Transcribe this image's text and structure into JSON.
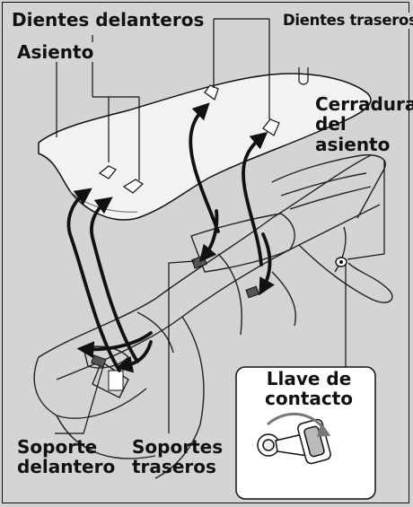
{
  "labels": {
    "front_teeth": "Dientes delanteros",
    "rear_teeth": "Dientes traseros",
    "seat": "Asiento",
    "seat_lock_line1": "Cerradura",
    "seat_lock_line2": "del",
    "seat_lock_line3": "asiento",
    "ignition_key_line1": "Llave de",
    "ignition_key_line2": "contacto",
    "front_support_line1": "Soporte",
    "front_support_line2": "delantero",
    "rear_supports_line1": "Soportes",
    "rear_supports_line2": "traseros"
  },
  "colors": {
    "background": "#d4d4d4",
    "line": "#111111",
    "seat_fill": "#f2f2f2"
  }
}
